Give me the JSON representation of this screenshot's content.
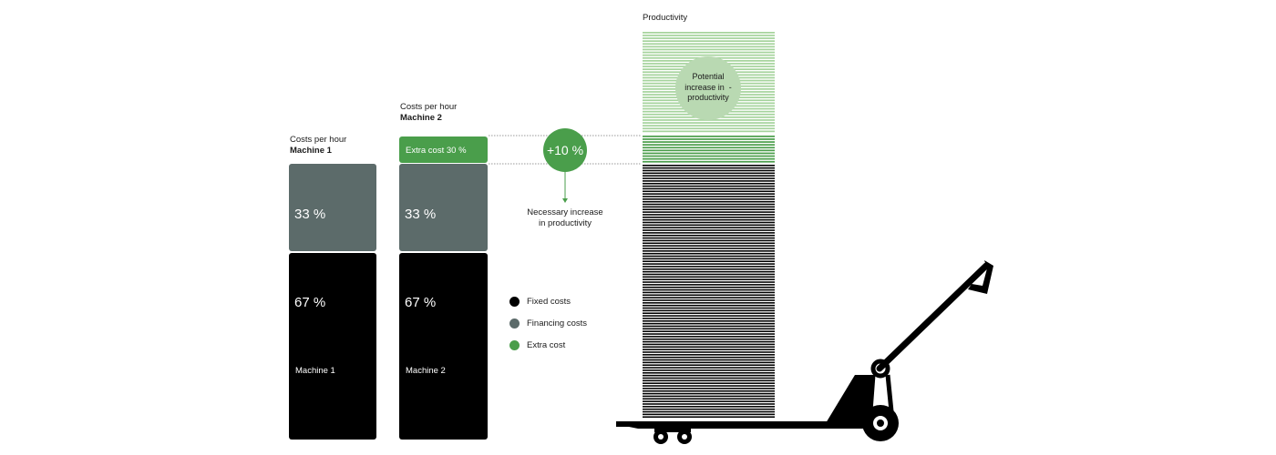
{
  "colors": {
    "fixed": "#000000",
    "financing": "#5c6b6a",
    "extra": "#4a9e4b",
    "potential_circle": "#b9d9b2",
    "potential_lines": "#a5d39c"
  },
  "machine1": {
    "header_line1": "Costs per hour",
    "header_line2": "Machine 1",
    "financing_pct": "33 %",
    "fixed_pct": "67 %",
    "label": "Machine 1"
  },
  "machine2": {
    "header_line1": "Costs per hour",
    "header_line2": "Machine 2",
    "extra_label": "Extra cost 30 %",
    "financing_pct": "33 %",
    "fixed_pct": "67 %",
    "label": "Machine 2"
  },
  "increase": {
    "value": "+10 %",
    "caption_line1": "Necessary increase",
    "caption_line2": "in productivity"
  },
  "productivity": {
    "title": "Productivity",
    "potential_line1": "Potential",
    "potential_line2": "increase in",
    "potential_dash": "-",
    "potential_line3": "productivity"
  },
  "legend": [
    {
      "label": "Fixed costs",
      "color": "#000000"
    },
    {
      "label": "Financing costs",
      "color": "#5c6b6a"
    },
    {
      "label": "Extra cost",
      "color": "#4a9e4b"
    }
  ]
}
